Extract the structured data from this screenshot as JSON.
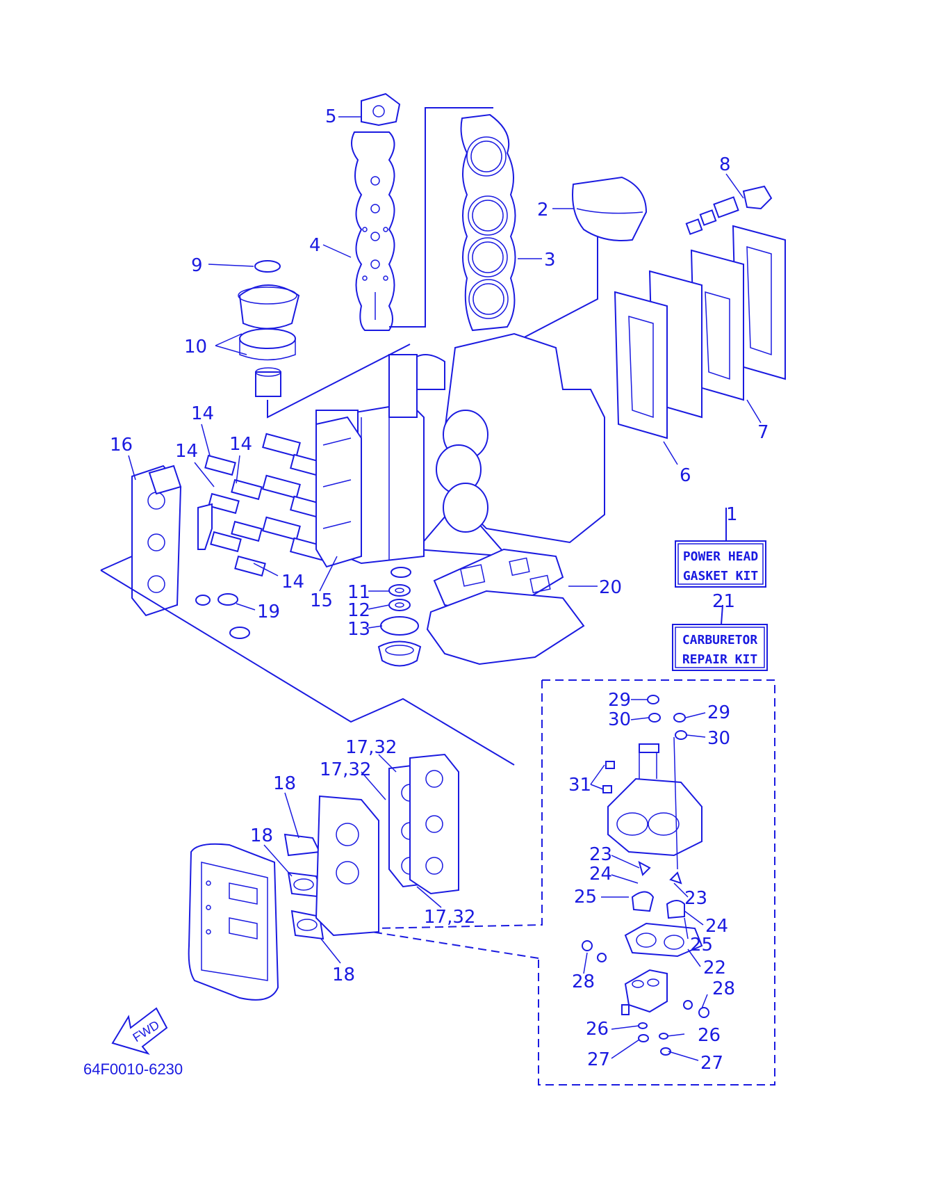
{
  "diagram": {
    "part_number_code": "64F0010-6230",
    "fwd_label": "FWD",
    "kits": [
      {
        "ref": "1",
        "lines": [
          "POWER HEAD",
          "GASKET KIT"
        ]
      },
      {
        "ref": "21",
        "lines": [
          "CARBURETOR",
          "REPAIR KIT"
        ]
      }
    ],
    "callouts": [
      "5",
      "4",
      "3",
      "2",
      "8",
      "9",
      "10",
      "14",
      "14",
      "14",
      "14",
      "16",
      "15",
      "7",
      "6",
      "11",
      "12",
      "13",
      "20",
      "19",
      "17,32",
      "17,32",
      "17,32",
      "18",
      "18",
      "18",
      "29",
      "30",
      "29",
      "30",
      "31",
      "23",
      "24",
      "25",
      "23",
      "24",
      "25",
      "22",
      "28",
      "28",
      "26",
      "26",
      "27",
      "27"
    ],
    "colors": {
      "ink": "#1a1ae0",
      "background": "#ffffff"
    }
  }
}
